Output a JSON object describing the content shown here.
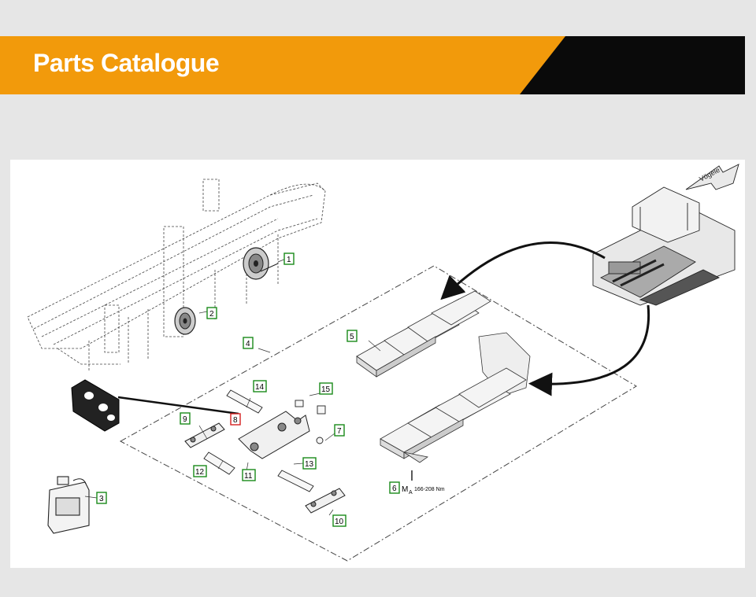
{
  "header": {
    "title": "Parts Catalogue",
    "accent_color": "#f29a0b",
    "dark_color": "#0a0a0a"
  },
  "diagram": {
    "callouts": [
      {
        "id": "1",
        "label": "1",
        "color": "#1a8a1a"
      },
      {
        "id": "2",
        "label": "2",
        "color": "#1a8a1a"
      },
      {
        "id": "3",
        "label": "3",
        "color": "#1a8a1a"
      },
      {
        "id": "4",
        "label": "4",
        "color": "#1a8a1a"
      },
      {
        "id": "5",
        "label": "5",
        "color": "#1a8a1a"
      },
      {
        "id": "6",
        "label": "6",
        "color": "#1a8a1a"
      },
      {
        "id": "7",
        "label": "7",
        "color": "#1a8a1a"
      },
      {
        "id": "8",
        "label": "8",
        "color": "#d42020"
      },
      {
        "id": "9",
        "label": "9",
        "color": "#1a8a1a"
      },
      {
        "id": "10",
        "label": "10",
        "color": "#1a8a1a"
      },
      {
        "id": "11",
        "label": "11",
        "color": "#1a8a1a"
      },
      {
        "id": "12",
        "label": "12",
        "color": "#1a8a1a"
      },
      {
        "id": "13",
        "label": "13",
        "color": "#1a8a1a"
      },
      {
        "id": "14",
        "label": "14",
        "color": "#1a8a1a"
      },
      {
        "id": "15",
        "label": "15",
        "color": "#1a8a1a"
      }
    ],
    "torque_symbol": "M",
    "torque_sub": "A",
    "torque_value": "166-208 Nm",
    "logo_text": "Vögele"
  }
}
